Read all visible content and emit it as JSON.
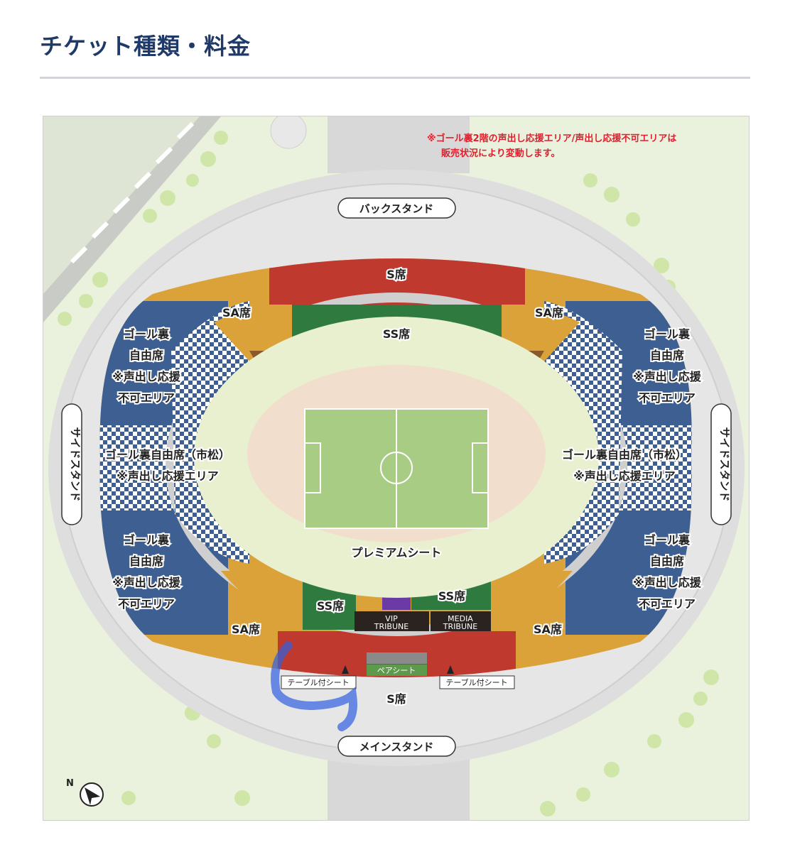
{
  "header": {
    "title": "チケット種類・料金"
  },
  "map": {
    "notice_line1": "※ゴール裏2階の声出し応援エリア/声出し応援不可エリアは",
    "notice_line2": "販売状況により変動します。",
    "stands": {
      "back": "バックスタンド",
      "main": "メインスタンド",
      "side": "サイドスタンド"
    },
    "sections": {
      "s_seat": "S席",
      "sa_seat": "SA席",
      "ss_seat": "SS席",
      "goal_free_lines": [
        "ゴール裏",
        "自由席",
        "※声出し応援",
        "不可エリア"
      ],
      "goal_checker_lines": [
        "ゴール裏自由席（市松）",
        "※声出し応援エリア"
      ],
      "premium": "プレミアムシート",
      "vip_lines": [
        "VIP",
        "TRIBUNE"
      ],
      "media_lines": [
        "MEDIA",
        "TRIBUNE"
      ],
      "pair": "ペアシート",
      "table": "テーブル付シート"
    },
    "compass": "N",
    "colors": {
      "s": "#c0392e",
      "sa": "#dba23a",
      "ss": "#2e7a3f",
      "goal": "#3e5f92",
      "premium": "#6b3aa5",
      "tribune": "#2a2320",
      "notice": "#e0202e",
      "pitch": "#a8cc84",
      "track": "#f1decd",
      "highlight": "#2f5fe0"
    }
  }
}
